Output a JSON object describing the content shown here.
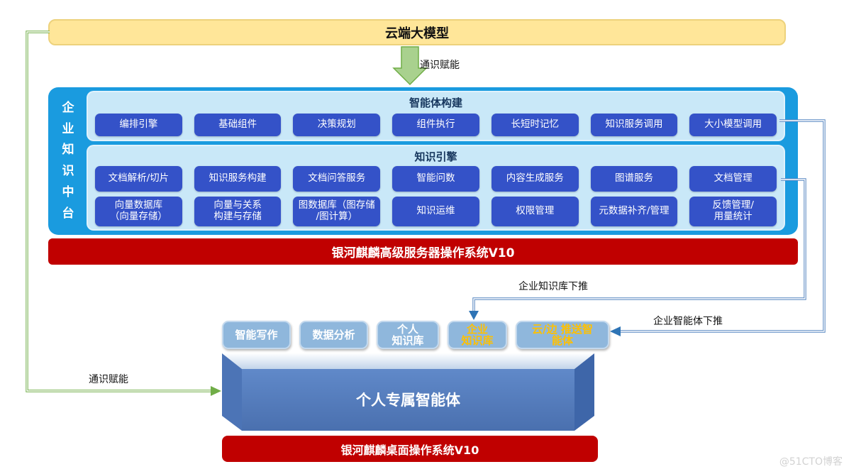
{
  "colors": {
    "cloud_banner_bg": "#FFE699",
    "platform_bg": "#1A9BDF",
    "panel_bg": "#C9E8F8",
    "button_bg": "#3452C8",
    "banner_red": "#C00000",
    "tab_bg": "#8FB7DC",
    "tab_highlight_text": "#FFC000",
    "connector_blue": "#5585C0",
    "connector_green": "#70AD47",
    "box_front": "#5580C0"
  },
  "cloud_banner": {
    "label": "云端大模型"
  },
  "empower_top": {
    "label": "通识赋能"
  },
  "platform": {
    "side_label": "企业知识中台",
    "agent_panel": {
      "title": "智能体构建",
      "buttons": [
        "编排引擎",
        "基础组件",
        "决策规划",
        "组件执行",
        "长短时记忆",
        "知识服务调用",
        "大小模型调用"
      ]
    },
    "knowledge_panel": {
      "title": "知识引擎",
      "row1": [
        "文档解析/切片",
        "知识服务构建",
        "文档问答服务",
        "智能问数",
        "内容生成服务",
        "图谱服务",
        "文档管理"
      ],
      "row2": [
        "向量数据库\n（向量存储）",
        "向量与关系\n构建与存储",
        "图数据库（图存储\n/图计算）",
        "知识运维",
        "权限管理",
        "元数据补齐/管理",
        "反馈管理/\n用量统计"
      ]
    }
  },
  "server_banner": {
    "label": "银河麒麟高级服务器操作系统V10"
  },
  "connectors": {
    "kb_push_label": "企业知识库下推",
    "agent_push_label": "企业智能体下推",
    "empower_left_label": "通识赋能"
  },
  "personal": {
    "tabs": [
      "智能写作",
      "数据分析",
      "个人\n知识库",
      "企业\n知识库",
      "云/边 推送智\n能体"
    ],
    "box_title": "个人专属智能体"
  },
  "desktop_banner": {
    "label": "银河麒麟桌面操作系统V10"
  },
  "watermark": "@51CTO博客"
}
